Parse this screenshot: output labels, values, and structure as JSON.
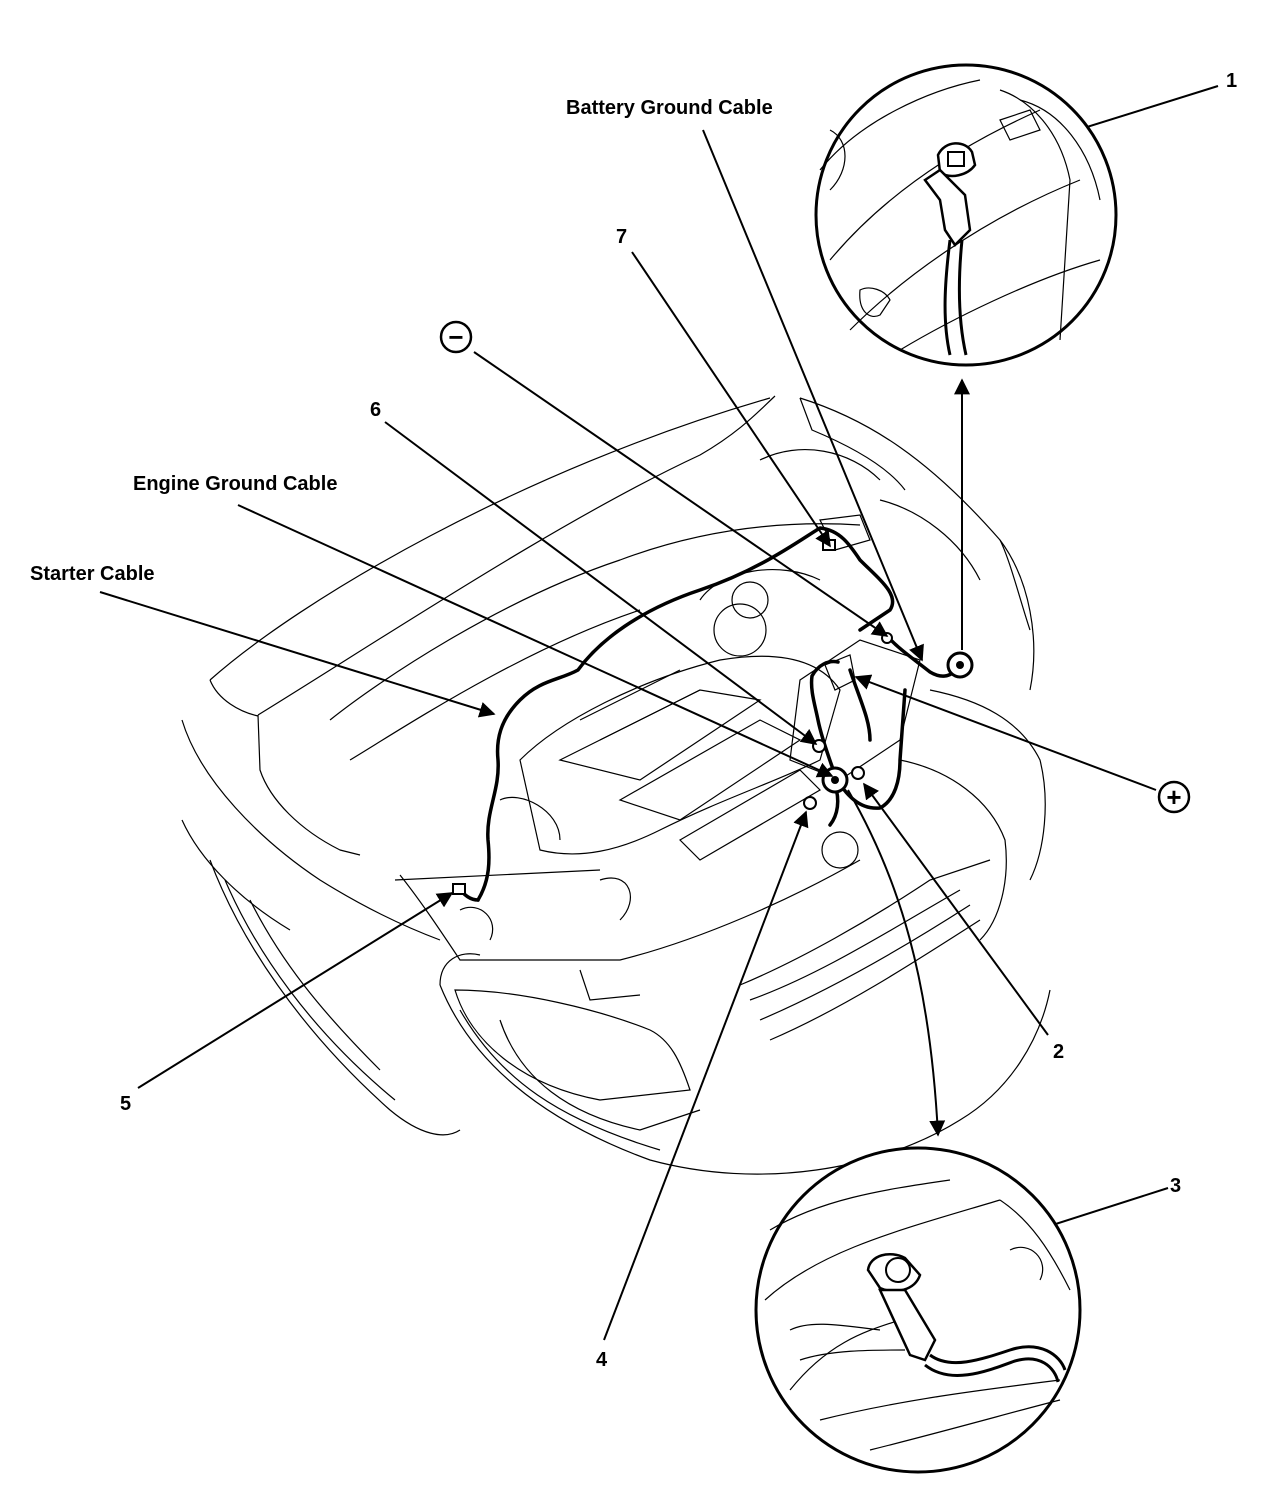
{
  "labels": {
    "battery_ground_cable": "Battery Ground Cable",
    "engine_ground_cable": "Engine Ground Cable",
    "starter_cable": "Starter Cable"
  },
  "callouts": {
    "n1": "1",
    "n2": "2",
    "n3": "3",
    "n4": "4",
    "n5": "5",
    "n6": "6",
    "n7": "7"
  },
  "terminals": {
    "negative": "−",
    "positive": "+"
  }
}
